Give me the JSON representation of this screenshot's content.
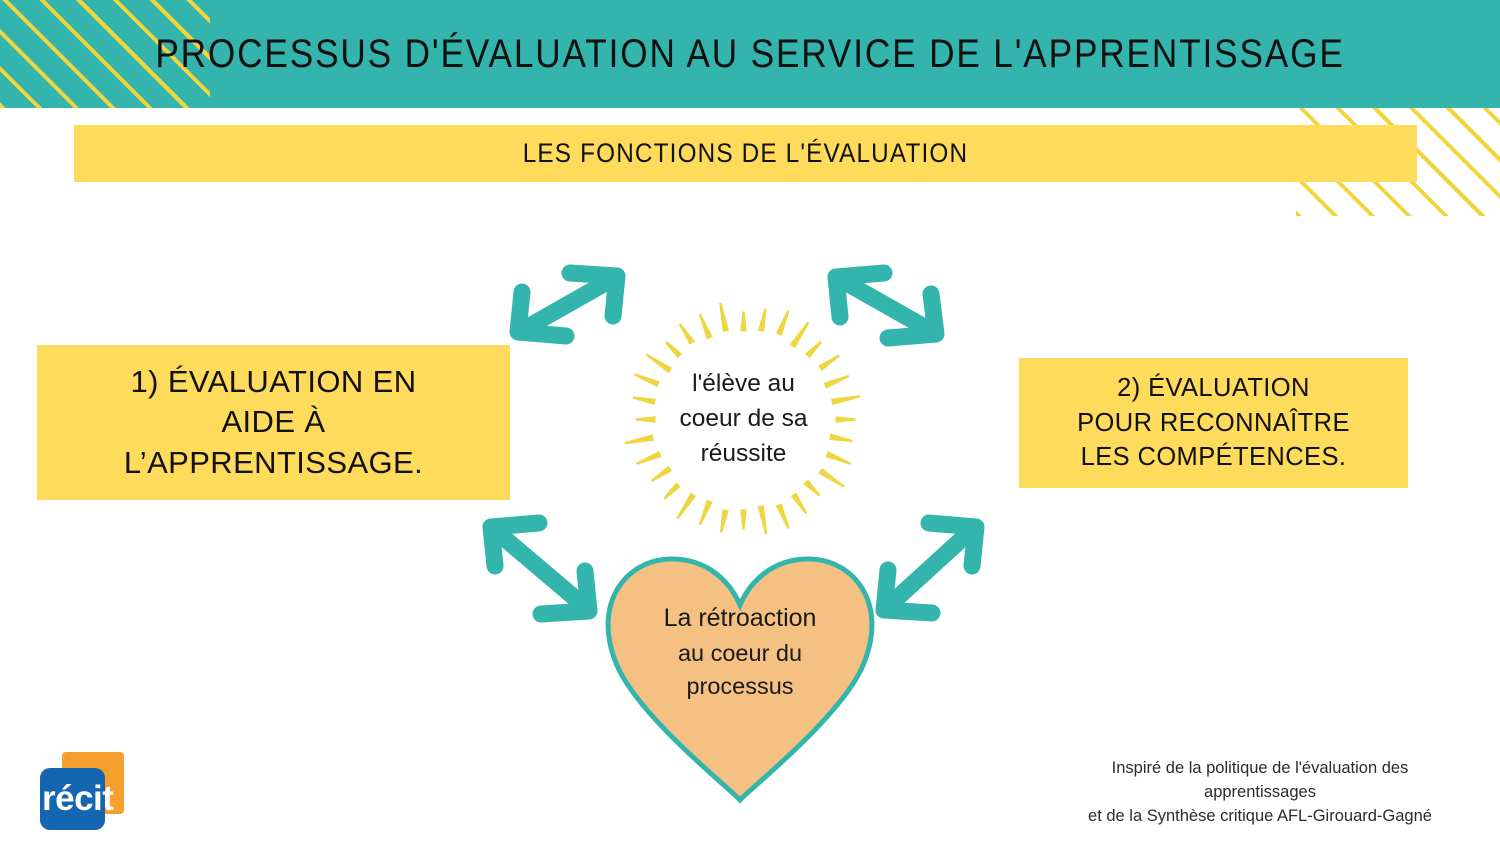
{
  "banner": {
    "title": "PROCESSUS D'ÉVALUATION AU SERVICE DE L'APPRENTISSAGE",
    "bg_color": "#33b5ad",
    "stripe_color": "#f2d53c"
  },
  "subtitle_bar": {
    "label": "LES FONCTIONS DE L'ÉVALUATION",
    "bg_color": "#ffdb5c"
  },
  "boxes": {
    "left": {
      "label": "1) ÉVALUATION EN\nAIDE À\nL’APPRENTISSAGE.",
      "bg_color": "#ffdb5c"
    },
    "right": {
      "label": "2) ÉVALUATION\nPOUR RECONNAÎTRE\nLES COMPÉTENCES.",
      "bg_color": "#ffdb5c"
    }
  },
  "center_sun": {
    "label": "l'élève au\ncoeur de sa\nréussite",
    "ray_color": "#edd63f",
    "ray_count": 32
  },
  "heart": {
    "line1": "La rétroaction",
    "line2": "au coeur du",
    "line3": "processus",
    "fill_color": "#f5c183",
    "stroke_color": "#33b5ad"
  },
  "arrows": {
    "color": "#33b5ad",
    "items": [
      {
        "name": "arrow-top-left",
        "direction": "double-headed-diagonal"
      },
      {
        "name": "arrow-top-right",
        "direction": "double-headed-diagonal"
      },
      {
        "name": "arrow-bottom-left",
        "direction": "double-headed-diagonal"
      },
      {
        "name": "arrow-bottom-right",
        "direction": "double-headed-diagonal"
      }
    ]
  },
  "logo": {
    "text": "récit",
    "orange": "#f5a02d",
    "blue": "#1566b0"
  },
  "credit": {
    "text": "Inspiré de la politique de l'évaluation des\napprentissages\net de la Synthèse critique AFL-Girouard-Gagné"
  }
}
